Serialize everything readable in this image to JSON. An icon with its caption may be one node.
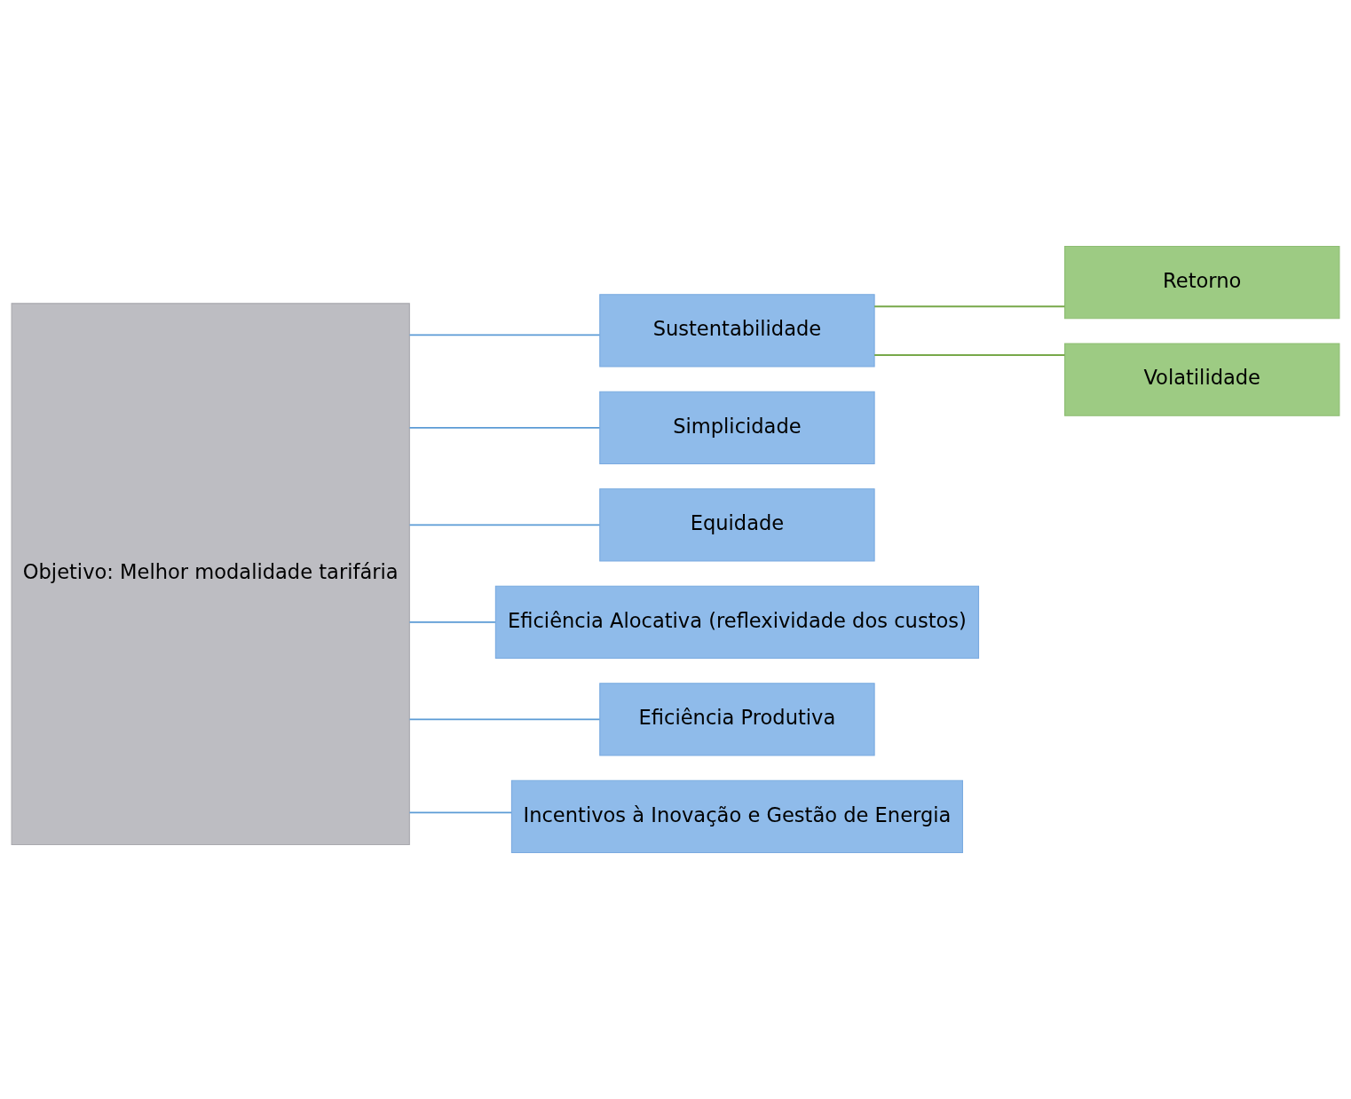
{
  "diagram": {
    "nodes": [
      {
        "text": [
          "Objetivo: Melhor modalidade tarifária"
        ]
      },
      {
        "text": [
          "Sustentabilidade"
        ]
      },
      {
        "text": [
          "Simplicidade"
        ]
      },
      {
        "text": [
          "Equidade"
        ]
      },
      {
        "text": [
          "Eficiência Alocativa (reflexividade dos custos)"
        ]
      },
      {
        "text": [
          "Eficiência Produtiva"
        ]
      },
      {
        "text": [
          "Incentivos à Inovação e Gestão de Energia"
        ]
      },
      {
        "text": [
          "Retorno"
        ]
      },
      {
        "text": [
          "Volatilidade"
        ]
      }
    ],
    "edges": [
      {
        "from": 0,
        "to": 1,
        "arrow": "none"
      },
      {
        "from": 0,
        "to": 2,
        "arrow": "none"
      },
      {
        "from": 0,
        "to": 3,
        "arrow": "none"
      },
      {
        "from": 0,
        "to": 4,
        "arrow": "none"
      },
      {
        "from": 0,
        "to": 5,
        "arrow": "none"
      },
      {
        "from": 0,
        "to": 6,
        "arrow": "none"
      },
      {
        "from": 1,
        "to": 7,
        "arrow": "none",
        "color": "#77a84a"
      },
      {
        "from": 1,
        "to": 8,
        "arrow": "none",
        "color": "#77a84a"
      }
    ]
  }
}
